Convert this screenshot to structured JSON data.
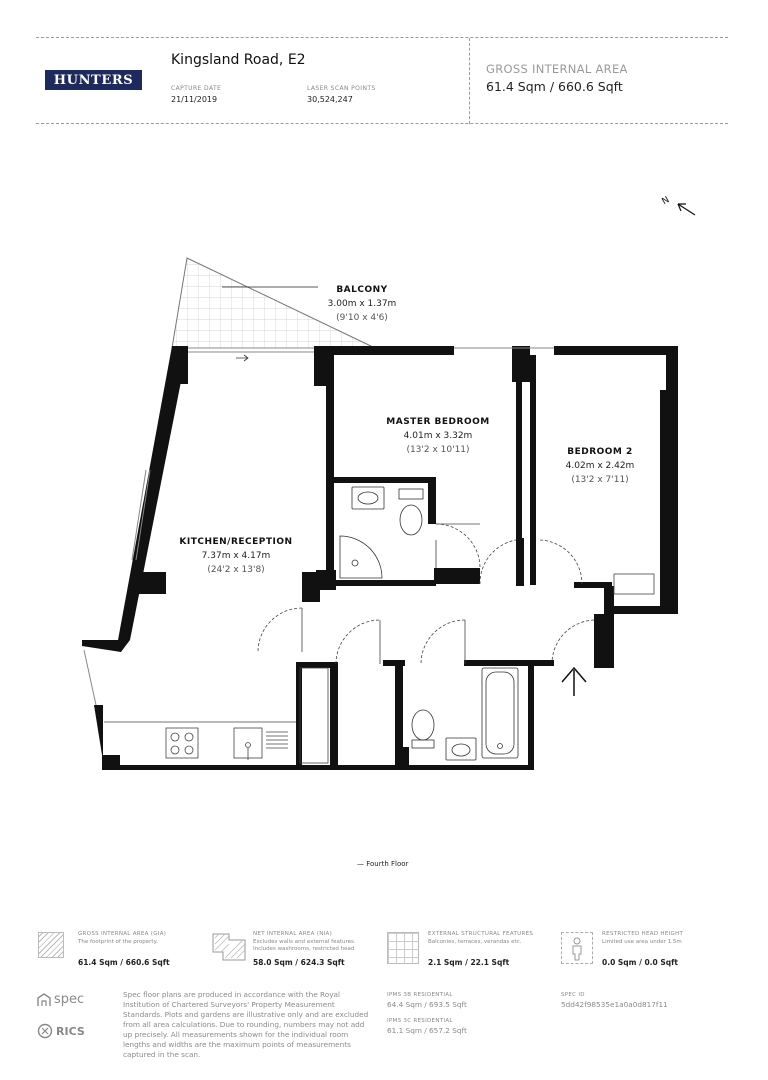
{
  "header": {
    "logo_text": "HUNTERS",
    "property_title": "Kingsland Road, E2",
    "capture_date_label": "CAPTURE DATE",
    "capture_date": "21/11/2019",
    "scan_points_label": "LASER SCAN POINTS",
    "scan_points": "30,524,247",
    "gia_label": "GROSS INTERNAL AREA",
    "gia_value": "61.4 Sqm / 660.6 Sqft"
  },
  "plan": {
    "north_label": "N",
    "floor_label": "— Fourth Floor",
    "rooms": {
      "balcony": {
        "name": "BALCONY",
        "dim": "3.00m x 1.37m",
        "imperial": "(9'10 x 4'6)"
      },
      "master": {
        "name": "MASTER BEDROOM",
        "dim": "4.01m x 3.32m",
        "imperial": "(13'2 x 10'11)"
      },
      "bed2": {
        "name": "BEDROOM 2",
        "dim": "4.02m x 2.42m",
        "imperial": "(13'2 x 7'11)"
      },
      "kitchen": {
        "name": "KITCHEN/RECEPTION",
        "dim": "7.37m x 4.17m",
        "imperial": "(24'2 x 13'8)"
      }
    }
  },
  "legend": [
    {
      "title": "GROSS INTERNAL AREA (GIA)",
      "desc": [
        "The footprint of the property."
      ],
      "value": "61.4 Sqm / 660.6 Sqft",
      "icon": "hatch-icon"
    },
    {
      "title": "NET INTERNAL AREA (NIA)",
      "desc": [
        "Excludes walls and external features.",
        "Includes washrooms, restricted head"
      ],
      "value": "58.0 Sqm / 624.3 Sqft",
      "icon": "nia-hatch-icon"
    },
    {
      "title": "EXTERNAL STRUCTURAL FEATURES",
      "desc": [
        "Balconies, terraces, verandas etc."
      ],
      "value": "2.1 Sqm / 22.1 Sqft",
      "icon": "grid-icon"
    },
    {
      "title": "RESTRICTED HEAD HEIGHT",
      "desc": [
        "Limited use area under 1.5m"
      ],
      "value": "0.0 Sqm / 0.0 Sqft",
      "icon": "person-icon"
    }
  ],
  "footer": {
    "spec_brand": "spec",
    "rics_brand": "RICS",
    "disclaimer": "Spec floor plans are produced in accordance with the Royal Institution of Chartered Surveyors' Property Measurement Standards. Plots and gardens are illustrative only and are excluded from all area calculations. Due to rounding, numbers may not add up precisely. All measurements shown for the individual room lengths and widths are the maximum points of measurements captured in the scan.",
    "ipms3b_label": "IPMS 3B RESIDENTIAL",
    "ipms3b_value": "64.4 Sqm / 693.5 Sqft",
    "ipms3c_label": "IPMS 3C RESIDENTIAL",
    "ipms3c_value": "61.1 Sqm / 657.2 Sqft",
    "spec_id_label": "SPEC ID",
    "spec_id_value": "5dd42f98535e1a0a0d817f11"
  }
}
